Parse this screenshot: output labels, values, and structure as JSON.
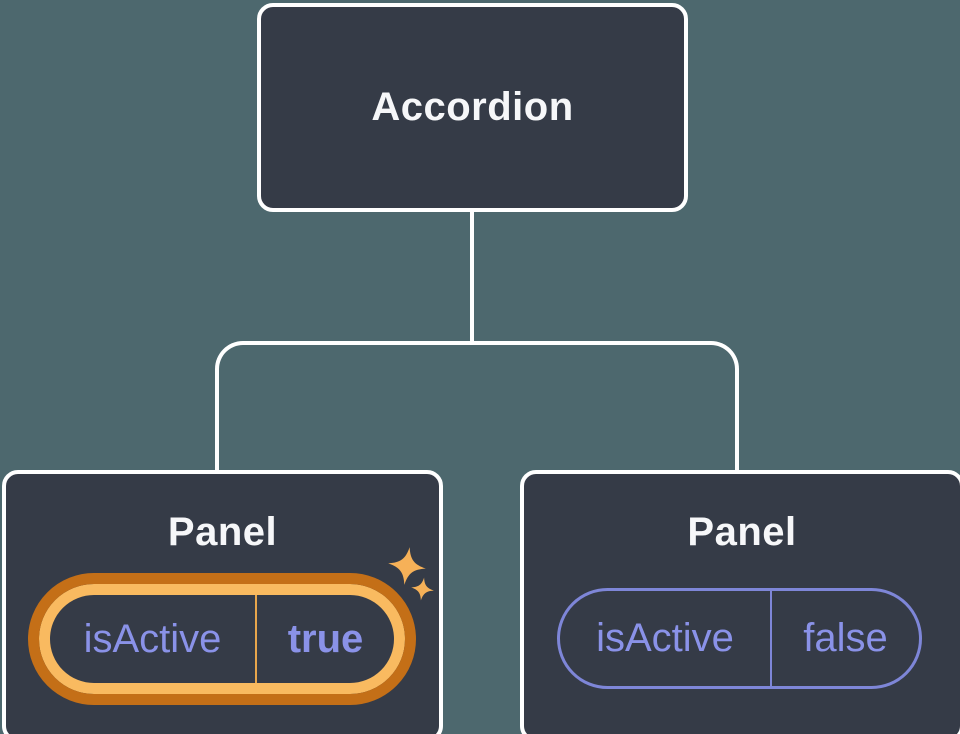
{
  "accordion": {
    "label": "Accordion"
  },
  "panels": [
    {
      "title": "Panel",
      "prop_name": "isActive",
      "prop_value": "true",
      "active": true,
      "highlighted": true
    },
    {
      "title": "Panel",
      "prop_name": "isActive",
      "prop_value": "false",
      "active": false,
      "highlighted": false
    }
  ],
  "colors": {
    "background": "#4D686E",
    "node_fill": "#353B47",
    "node_border": "#FFFFFF",
    "connector": "#FFFFFF",
    "text_heading": "#F6F7F9",
    "text_state": "#8A92E8",
    "pill_border_plain": "#7E86D8",
    "highlight_ring_outer": "#C46F17",
    "highlight_ring_inner": "#F9BA60",
    "sparkle": "#F6B158"
  },
  "icons": {
    "sparkle_large": "sparkle-icon",
    "sparkle_small": "sparkle-icon"
  }
}
